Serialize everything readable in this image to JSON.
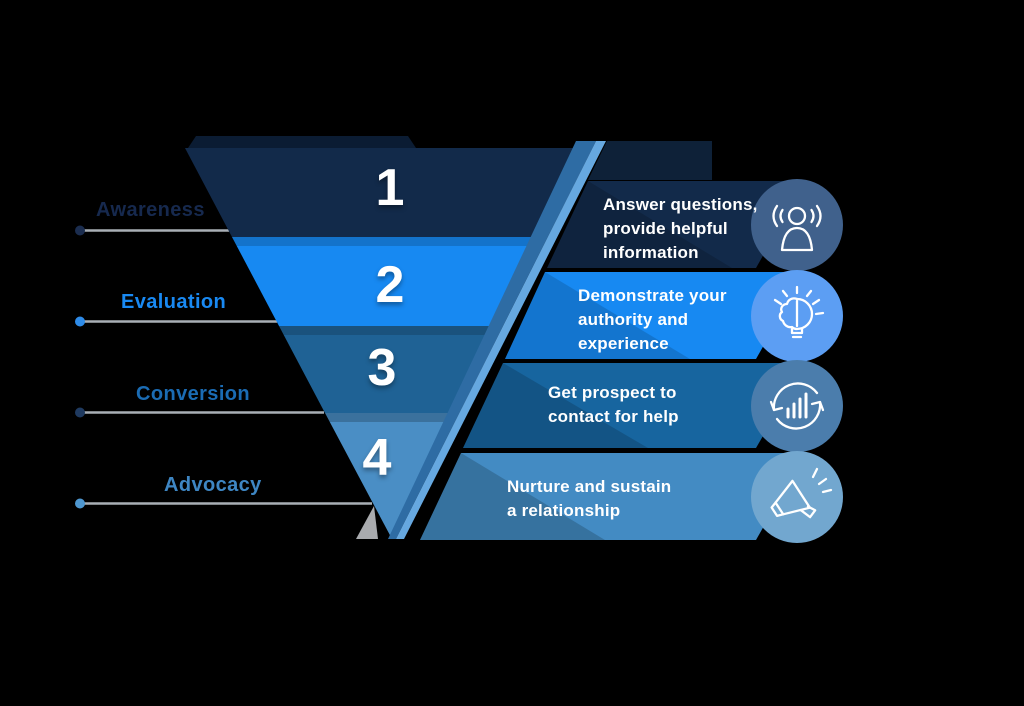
{
  "background": "#000000",
  "funnel": {
    "type": "marketing-funnel",
    "edge_mid_color": "#2E6CA4",
    "edge_highlight_color": "#66A8E0",
    "connector_line_color": "#A9AFB6",
    "stages": [
      {
        "number": "1",
        "label": "Awareness",
        "description": "Answer questions,\nprovide helpful\ninformation",
        "icon": "person-broadcast-icon",
        "colors": {
          "stage": "#122A4A",
          "banner": "#122A4A",
          "circle": "#40618C",
          "label": "#16294E",
          "dot": "#1B2D4F"
        }
      },
      {
        "number": "2",
        "label": "Evaluation",
        "description": "Demonstrate your\nauthority and\nexperience",
        "icon": "brain-bulb-icon",
        "colors": {
          "stage": "#1789F2",
          "banner": "#1789F2",
          "circle": "#5C9EF3",
          "label": "#1989F2",
          "dot": "#2E8BE8"
        }
      },
      {
        "number": "3",
        "label": "Conversion",
        "description": "Get prospect to\ncontact for help",
        "icon": "growth-cycle-icon",
        "colors": {
          "stage": "#1F6295",
          "banner": "#17659F",
          "circle": "#4B7DAC",
          "label": "#1B6CB4",
          "dot": "#1F3A60"
        }
      },
      {
        "number": "4",
        "label": "Advocacy",
        "description": "Nurture and sustain\na relationship",
        "icon": "megaphone-icon",
        "colors": {
          "stage": "#4A8EC5",
          "banner": "#438BC3",
          "circle": "#72A7CF",
          "label": "#3E86C3",
          "dot": "#4E97D0"
        }
      }
    ]
  }
}
